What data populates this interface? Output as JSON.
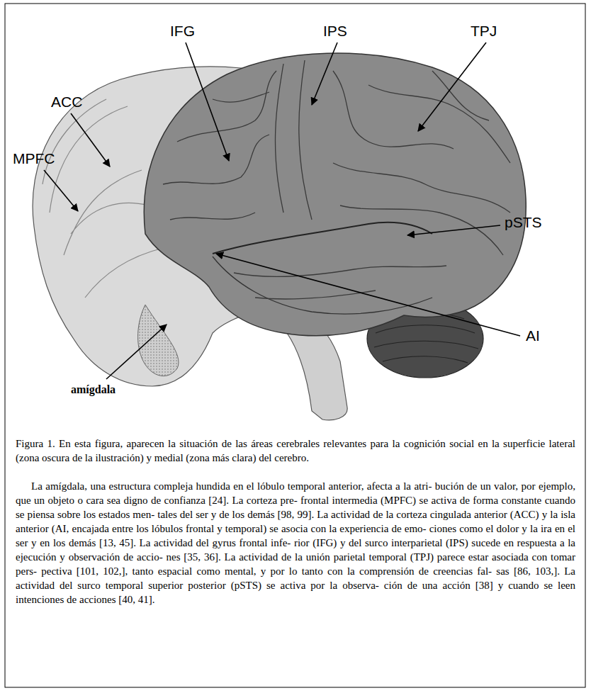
{
  "diagram": {
    "caption": "Figura 1. En esta figura, aparecen la situación de las áreas cerebrales relevantes para la cognición social en la superficie lateral (zona oscura de la ilustración) y medial (zona más clara) del cerebro.",
    "labels": [
      "IFG",
      "IPS",
      "TPJ",
      "ACC",
      "MPFC",
      "pSTS",
      "AI",
      "amígdala",
      "La amígdala, una estructura compleja hundida en el lóbulo temporal anterior, afecta a la atri- bución de un valor, por ejemplo, que un objeto o cara sea digno de confianza [24]. La corteza pre- frontal intermedia (MPFC) se activa de forma constante cuando se piensa sobre los estados men- tales del ser y de los demás [98, 99]. La actividad de la corteza cingulada anterior (ACC) y la isla anterior (AI, encajada entre los lóbulos frontal y temporal) se asocia con la experiencia de emo- ciones como el dolor y la ira en el ser y en los demás [13, 45]. La actividad del gyrus frontal infe- rior (IFG) y del surco interparietal (IPS) sucede en respuesta a la ejecución y observación de accio- nes [35, 36]. La actividad de la unión parietal temporal (TPJ) parece estar asociada con tomar pers- pectiva [101, 102,], tanto espacial como mental, y por lo tanto con la comprensión de creencias fal- sas [86, 103,]. La actividad del surco temporal superior posterior (pSTS) se activa por la observa- ción de una acción [38] y cuando se leen intenciones de acciones [40, 41]."
    ]
  }
}
